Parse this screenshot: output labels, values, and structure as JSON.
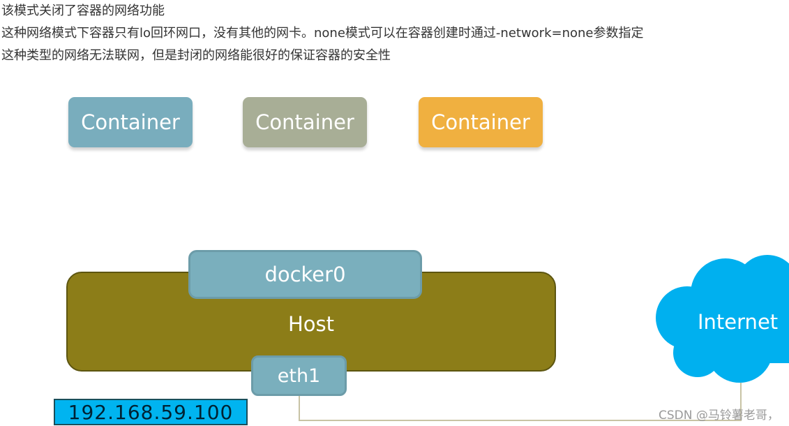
{
  "article": {
    "lines": [
      "该模式关闭了容器的网络功能",
      "这种网络模式下容器只有lo回环网口，没有其他的网卡。none模式可以在容器创建时通过-network=none参数指定",
      "这种类型的网络无法联网，但是封闭的网络能很好的保证容器的安全性"
    ]
  },
  "diagram": {
    "containers": [
      {
        "label": "Container",
        "color": "#79adbd"
      },
      {
        "label": "Container",
        "color": "#a8ae96"
      },
      {
        "label": "Container",
        "color": "#f0b040"
      }
    ],
    "host": {
      "label": "Host",
      "color": "#8c7d18"
    },
    "docker0": {
      "label": "docker0",
      "color": "#7aafbd"
    },
    "eth1": {
      "label": "eth1",
      "color": "#7aafbd"
    },
    "ip": {
      "label": "192.168.59.100",
      "color": "#00b4f0"
    },
    "internet": {
      "label": "Internet",
      "color": "#00b0ef"
    },
    "line_color": "#c8c3a4"
  },
  "watermark": {
    "text": "CSDN @马铃薯老哥，"
  }
}
